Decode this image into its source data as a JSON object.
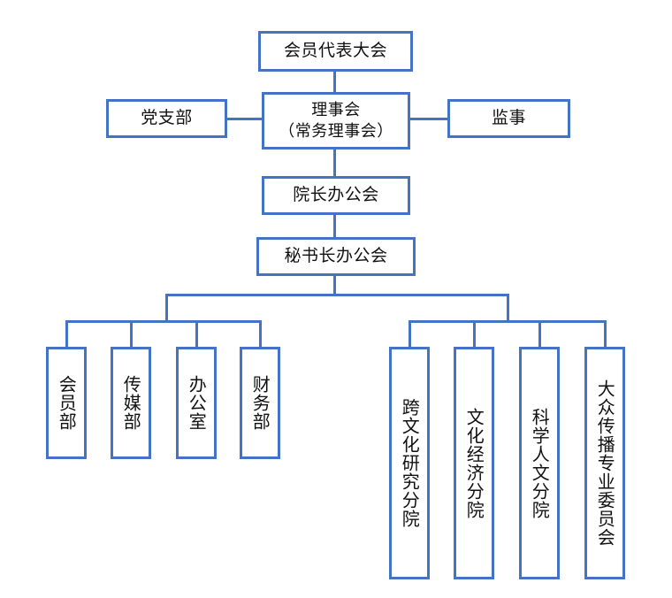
{
  "diagram": {
    "title": "organization-chart",
    "accent_color": "#4472c4",
    "background_color": "#ffffff",
    "text_color": "#111111"
  },
  "nodes": {
    "assembly": {
      "label": "会员代表大会"
    },
    "party_branch": {
      "label": "党支部"
    },
    "council": {
      "label": "理事会\n（常务理事会）"
    },
    "supervisor": {
      "label": "监事"
    },
    "dean_office_meeting": {
      "label": "院长办公会"
    },
    "secretary_general_meeting": {
      "label": "秘书长办公会"
    }
  },
  "departments": [
    {
      "label": "会员部"
    },
    {
      "label": "传媒部"
    },
    {
      "label": "办公室"
    },
    {
      "label": "财务部"
    }
  ],
  "branches": [
    {
      "label": "跨文化研究分院"
    },
    {
      "label": "文化经济分院"
    },
    {
      "label": "科学人文分院"
    },
    {
      "label": "大众传播专业委员会"
    }
  ],
  "chart_data": {
    "type": "diagram",
    "subtype": "org-chart",
    "orientation": "top-down",
    "levels": [
      {
        "level": 1,
        "items": [
          "会员代表大会"
        ]
      },
      {
        "level": 2,
        "items": [
          "党支部",
          "理事会（常务理事会）",
          "监事"
        ]
      },
      {
        "level": 3,
        "items": [
          "院长办公会"
        ]
      },
      {
        "level": 4,
        "items": [
          "秘书长办公会"
        ]
      },
      {
        "level": 5,
        "items": [
          "会员部",
          "传媒部",
          "办公室",
          "财务部",
          "跨文化研究分院",
          "文化经济分院",
          "科学人文分院",
          "大众传播专业委员会"
        ]
      }
    ],
    "edges": [
      {
        "from": "会员代表大会",
        "to": "理事会（常务理事会）"
      },
      {
        "from": "党支部",
        "to": "理事会（常务理事会）"
      },
      {
        "from": "理事会（常务理事会）",
        "to": "监事"
      },
      {
        "from": "理事会（常务理事会）",
        "to": "院长办公会"
      },
      {
        "from": "院长办公会",
        "to": "秘书长办公会"
      },
      {
        "from": "秘书长办公会",
        "to": "会员部"
      },
      {
        "from": "秘书长办公会",
        "to": "传媒部"
      },
      {
        "from": "秘书长办公会",
        "to": "办公室"
      },
      {
        "from": "秘书长办公会",
        "to": "财务部"
      },
      {
        "from": "秘书长办公会",
        "to": "跨文化研究分院"
      },
      {
        "from": "秘书长办公会",
        "to": "文化经济分院"
      },
      {
        "from": "秘书长办公会",
        "to": "科学人文分院"
      },
      {
        "from": "秘书长办公会",
        "to": "大众传播专业委员会"
      }
    ]
  }
}
